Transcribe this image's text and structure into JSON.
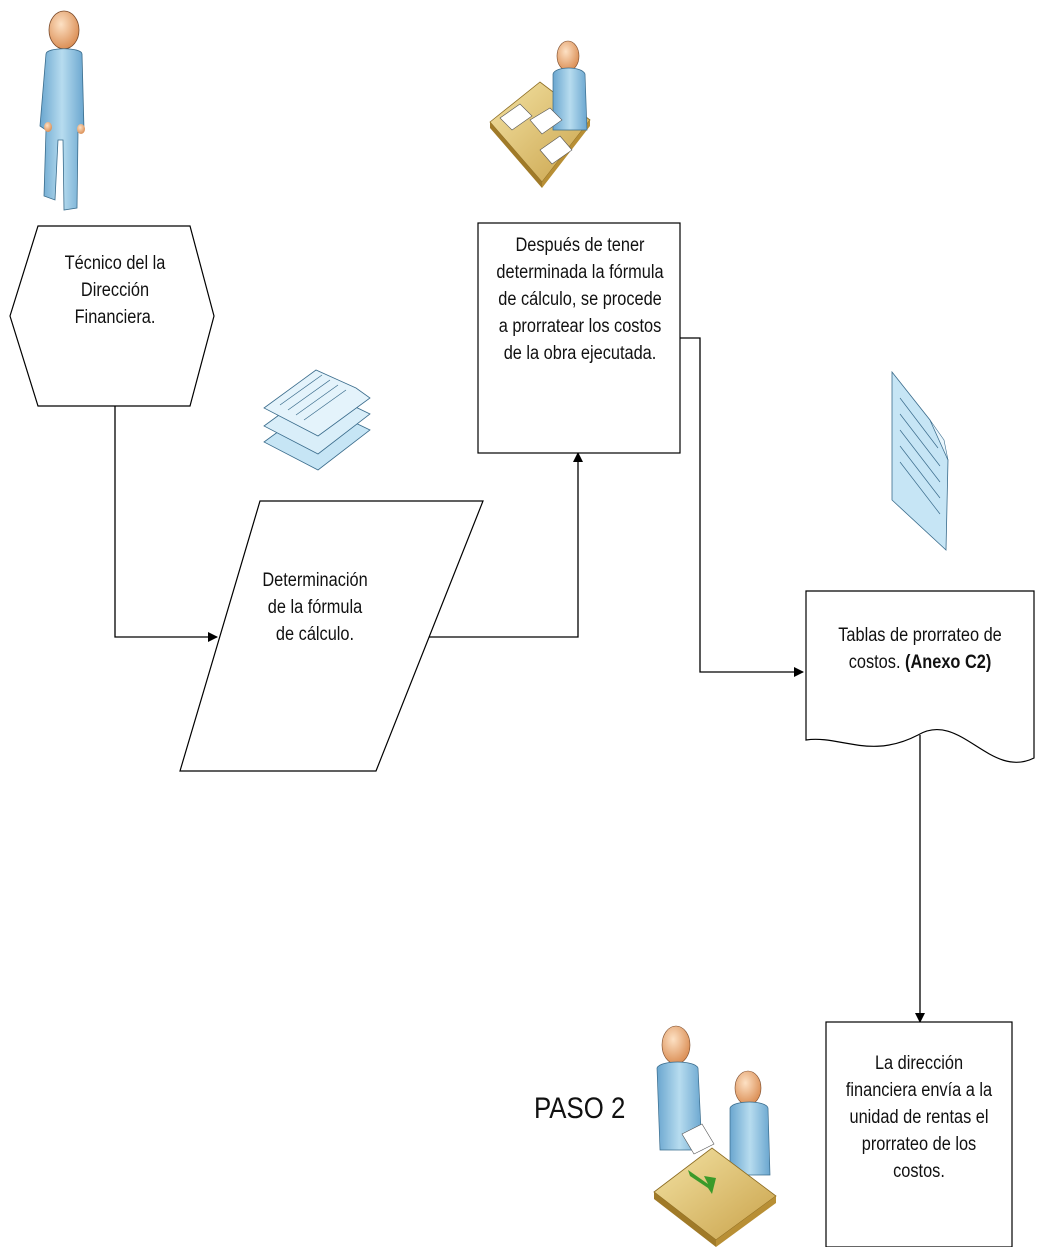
{
  "nodes": {
    "tecnico": "Técnico del la Dirección Financiera.",
    "determinacion": "Determinación de la fórmula de cálculo.",
    "prorratear": "Después de tener determinada la fórmula de cálculo, se procede a prorratear los costos de la  obra ejecutada.",
    "tablas_text": "Tablas de prorrateo de costos.",
    "tablas_bold": "(Anexo C2)",
    "envia": "La dirección financiera envía a la unidad de rentas el prorrateo de los costos."
  },
  "step_label": "PASO 2",
  "icons": [
    "person-standing-icon",
    "person-at-desk-icon",
    "document-stack-icon",
    "single-document-icon",
    "two-people-meeting-icon"
  ],
  "colors": {
    "line": "#000000",
    "person_body": "#9cc9e2",
    "person_head": "#f2b98a",
    "desk": "#d8bf6a",
    "document": "#c6e5f5",
    "arrow_green": "#3a9a2a"
  }
}
